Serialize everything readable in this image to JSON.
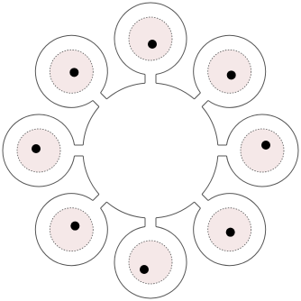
{
  "diagram": {
    "hub_count": 1,
    "pod_count": 8,
    "pods": [
      {
        "id": "top",
        "marker": "dot"
      },
      {
        "id": "top-right",
        "marker": "dot"
      },
      {
        "id": "right",
        "marker": "dot"
      },
      {
        "id": "bottom-right",
        "marker": "dot"
      },
      {
        "id": "bottom",
        "marker": "dot"
      },
      {
        "id": "bottom-left",
        "marker": "dot"
      },
      {
        "id": "left",
        "marker": "dot"
      },
      {
        "id": "top-left",
        "marker": "dot"
      }
    ]
  },
  "colors": {
    "stroke": "#555555",
    "inner_fill": "#f5e8e8",
    "dot": "#000000",
    "background": "#ffffff"
  }
}
